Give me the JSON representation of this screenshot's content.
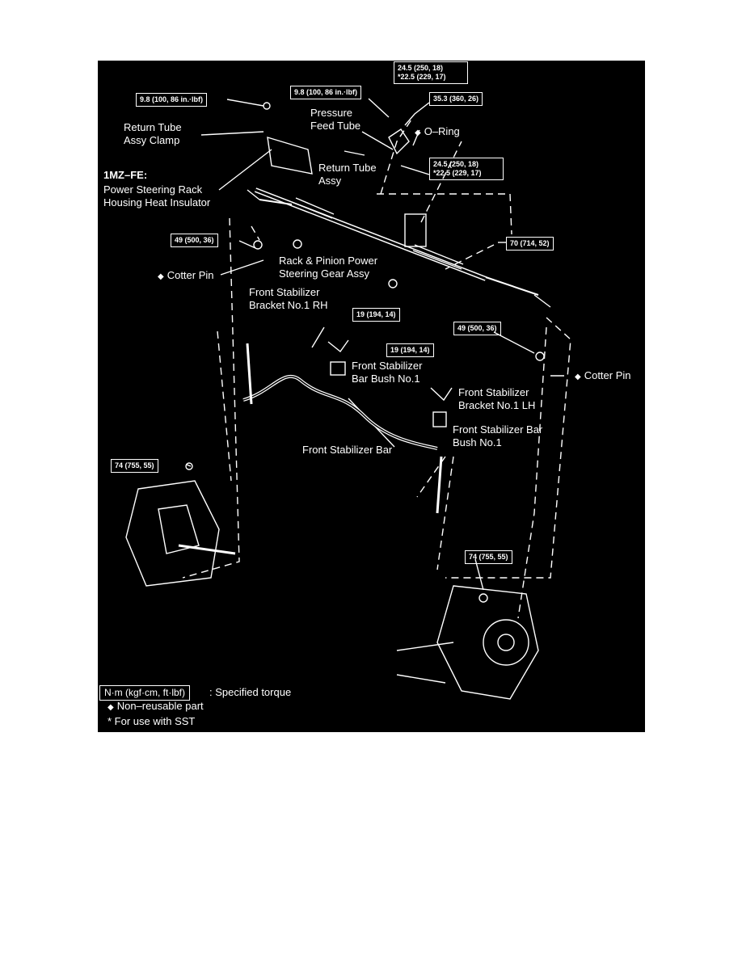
{
  "colors": {
    "background": "#000000",
    "line": "#ffffff",
    "page": "#ffffff"
  },
  "torque_labels": {
    "t1": "9.8 (100, 86 in.·lbf)",
    "t2": "9.8 (100, 86 in.·lbf)",
    "t3_line1": "24.5 (250, 18)",
    "t3_line2": "*22.5 (229, 17)",
    "t4": "35.3 (360, 26)",
    "t5_line1": "24.5 (250, 18)",
    "t5_line2": "*22.5 (229, 17)",
    "t6": "49 (500, 36)",
    "t7": "70 (714, 52)",
    "t8": "19 (194, 14)",
    "t9": "49 (500, 36)",
    "t10": "19 (194, 14)",
    "t11": "74 (755, 55)",
    "t12": "74 (755, 55)"
  },
  "parts": {
    "return_tube_clamp_1": "Return Tube",
    "return_tube_clamp_2": "Assy Clamp",
    "pressure_feed_1": "Pressure",
    "pressure_feed_2": "Feed Tube",
    "o_ring": "O–Ring",
    "return_tube_1": "Return Tube",
    "return_tube_2": "Assy",
    "engine": "1MZ–FE:",
    "insulator_1": "Power Steering Rack",
    "insulator_2": "Housing Heat Insulator",
    "rack_1": "Rack & Pinion Power",
    "rack_2": "Steering Gear Assy",
    "cotter_pin_left": "Cotter Pin",
    "bracket_rh_1": "Front Stabilizer",
    "bracket_rh_2": "Bracket No.1 RH",
    "cotter_pin_right": "Cotter Pin",
    "bush_left_1": "Front Stabilizer",
    "bush_left_2": "Bar Bush No.1",
    "bracket_lh_1": "Front Stabilizer",
    "bracket_lh_2": "Bracket No.1 LH",
    "bush_right_1": "Front Stabilizer Bar",
    "bush_right_2": "Bush No.1",
    "stabilizer_bar": "Front Stabilizer Bar"
  },
  "legend": {
    "box": "N·m (kgf·cm, ft·lbf)",
    "torque_text": ": Specified torque",
    "nonreusable": "Non–reusable part",
    "sst": "* For use with SST"
  },
  "symbols": {
    "diamond": "◆"
  }
}
